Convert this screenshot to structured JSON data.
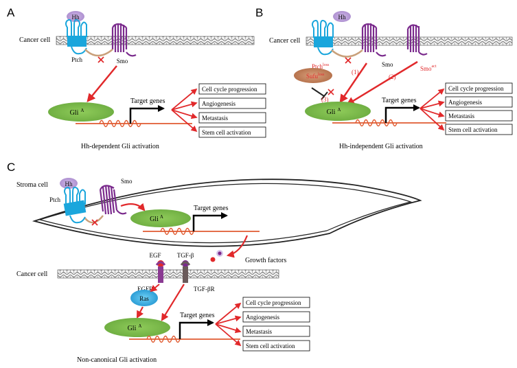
{
  "panels": {
    "a": {
      "letter": "A",
      "membrane_label": "Cancer cell",
      "ligand": "Hh",
      "receptor": "Ptch",
      "smo": "Smo",
      "gli_base": "Gli",
      "gli_sup": "A",
      "target_label": "Target genes",
      "caption": "Hh-dependent Gli activation",
      "outputs": [
        "Cell cycle progression",
        "Angiogenesis",
        "Metastasis",
        "Stem cell activation"
      ]
    },
    "b": {
      "letter": "B",
      "membrane_label": "Cancer cell",
      "ligand": "Hh",
      "ptch_base": "Ptch",
      "ptch_sup": "loss",
      "sufu_base": "Sufu",
      "sufu_sup": "loss",
      "smo": "Smo",
      "smo_act_base": "Smo",
      "smo_act_sup": "act",
      "path1": "(1)",
      "path2": "(2)",
      "path3": "(3)",
      "gli_base": "Gli",
      "gli_sup": "A",
      "target_label": "Target genes",
      "caption": "Hh-independent Gli activation",
      "outputs": [
        "Cell cycle progression",
        "Angiogenesis",
        "Metastasis",
        "Stem cell activation"
      ]
    },
    "c": {
      "letter": "C",
      "stroma_label": "Stroma cell",
      "ligand": "Hh",
      "receptor": "Ptch",
      "smo": "Smo",
      "stroma_gli_base": "Gli",
      "stroma_gli_sup": "A",
      "stroma_target_label": "Target genes",
      "growth_factors": "Growth factors",
      "membrane_label": "Cancer cell",
      "egf": "EGF",
      "tgfb": "TGF-β",
      "egfr": "EGFR",
      "tgfbr": "TGF-βR",
      "ras": "Ras",
      "gli_base": "Gli",
      "gli_sup": "A",
      "target_label": "Target genes",
      "caption": "Non-canonical Gli activation",
      "outputs": [
        "Cell cycle progression",
        "Angiogenesis",
        "Metastasis",
        "Stem cell activation"
      ]
    }
  },
  "colors": {
    "ptch": "#1aa6dc",
    "smo": "#7a2a8c",
    "hh": "#b79ad6",
    "gli": "#7dbb4a",
    "sufu": "#c07850",
    "ras": "#2aa7e0",
    "egfr": "#8a3a92",
    "tgfbr": "#6a5a5a",
    "arrow_red": "#e1292b",
    "dna": "#e05a30",
    "cross": "#e1292b"
  },
  "icons": [
    "ptch-receptor-icon",
    "smo-receptor-icon",
    "dna-helix-icon",
    "inhibition-cross-icon",
    "gene-arrow-icon"
  ]
}
